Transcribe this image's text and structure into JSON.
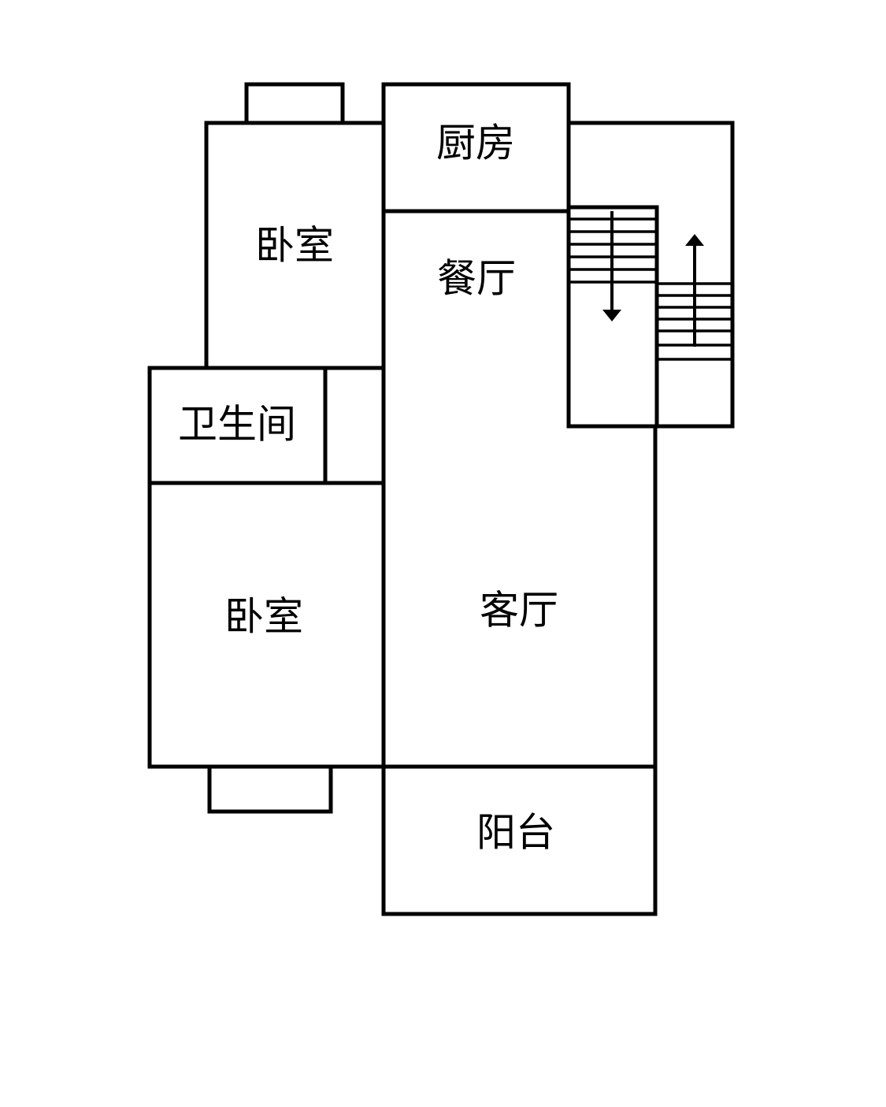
{
  "rooms": {
    "kitchen": "厨房",
    "bedroom_top": "卧室",
    "dining": "餐厅",
    "bathroom": "卫生间",
    "bedroom_bottom": "卧室",
    "living": "客厅",
    "balcony": "阳台"
  },
  "stairs": {
    "left_flight_direction": "down",
    "right_flight_direction": "up"
  },
  "colors": {
    "line": "#000000",
    "background": "#ffffff"
  }
}
